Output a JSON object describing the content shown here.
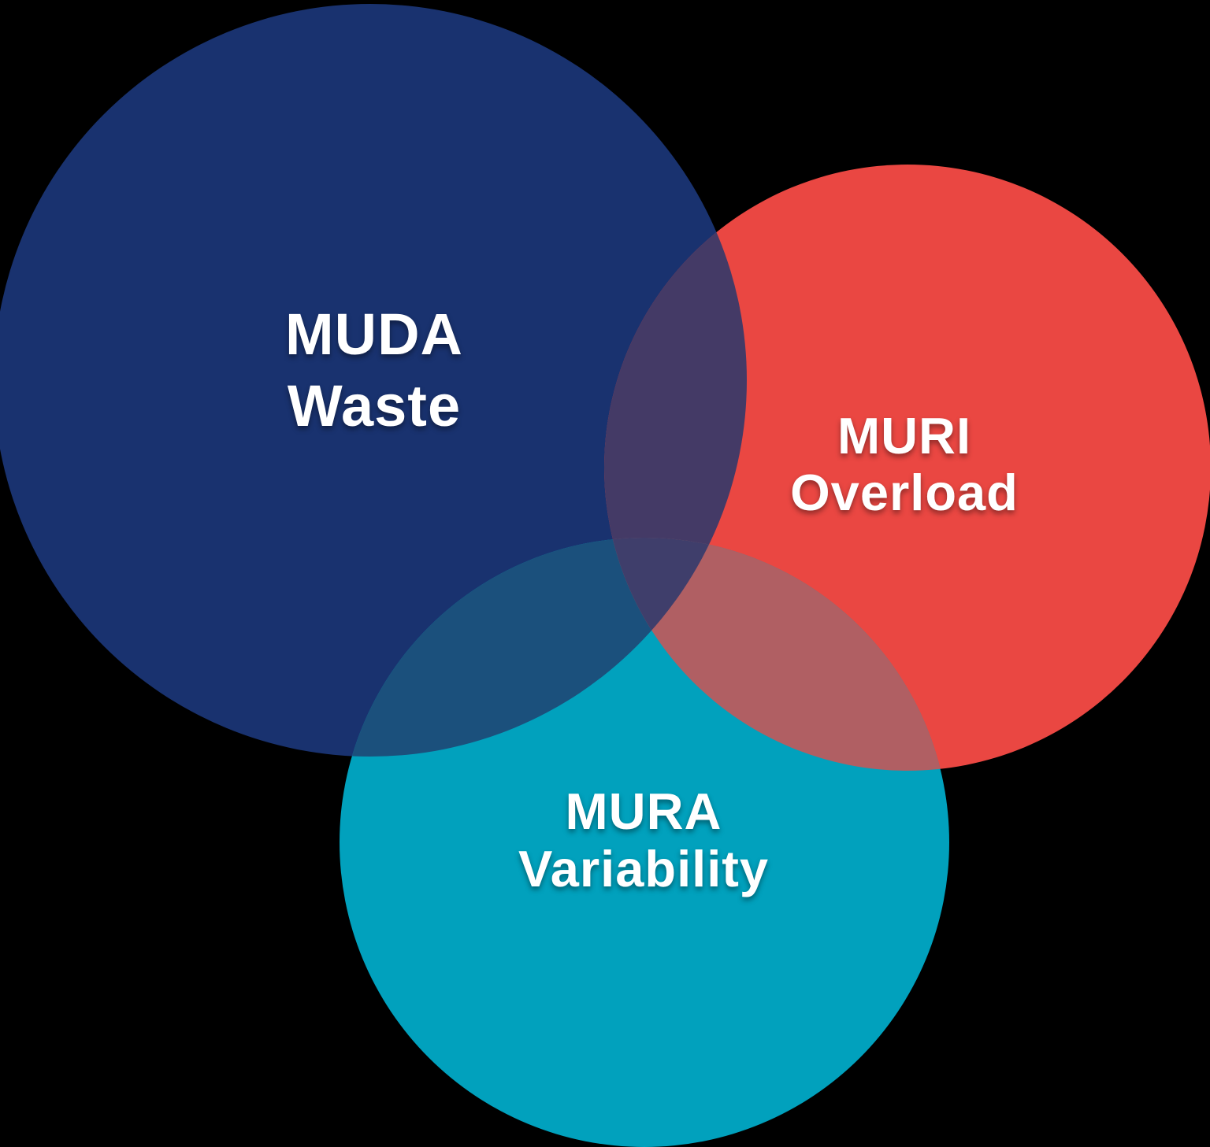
{
  "venn": {
    "background_color": "#000000",
    "label_color": "#FFFFFF",
    "sets": [
      {
        "term": "MUDA",
        "meaning": "Waste",
        "color": "#19326F"
      },
      {
        "term": "MURI",
        "meaning": "Overload",
        "color": "#EA4742"
      },
      {
        "term": "MURA",
        "meaning": "Variability",
        "color": "#01A1BD"
      }
    ],
    "overlap_colors": {
      "muda_muri": "#443A66",
      "muda_mura": "#1B507C",
      "muri_mura": "#B05F63",
      "center": "#3F3E6B"
    }
  }
}
